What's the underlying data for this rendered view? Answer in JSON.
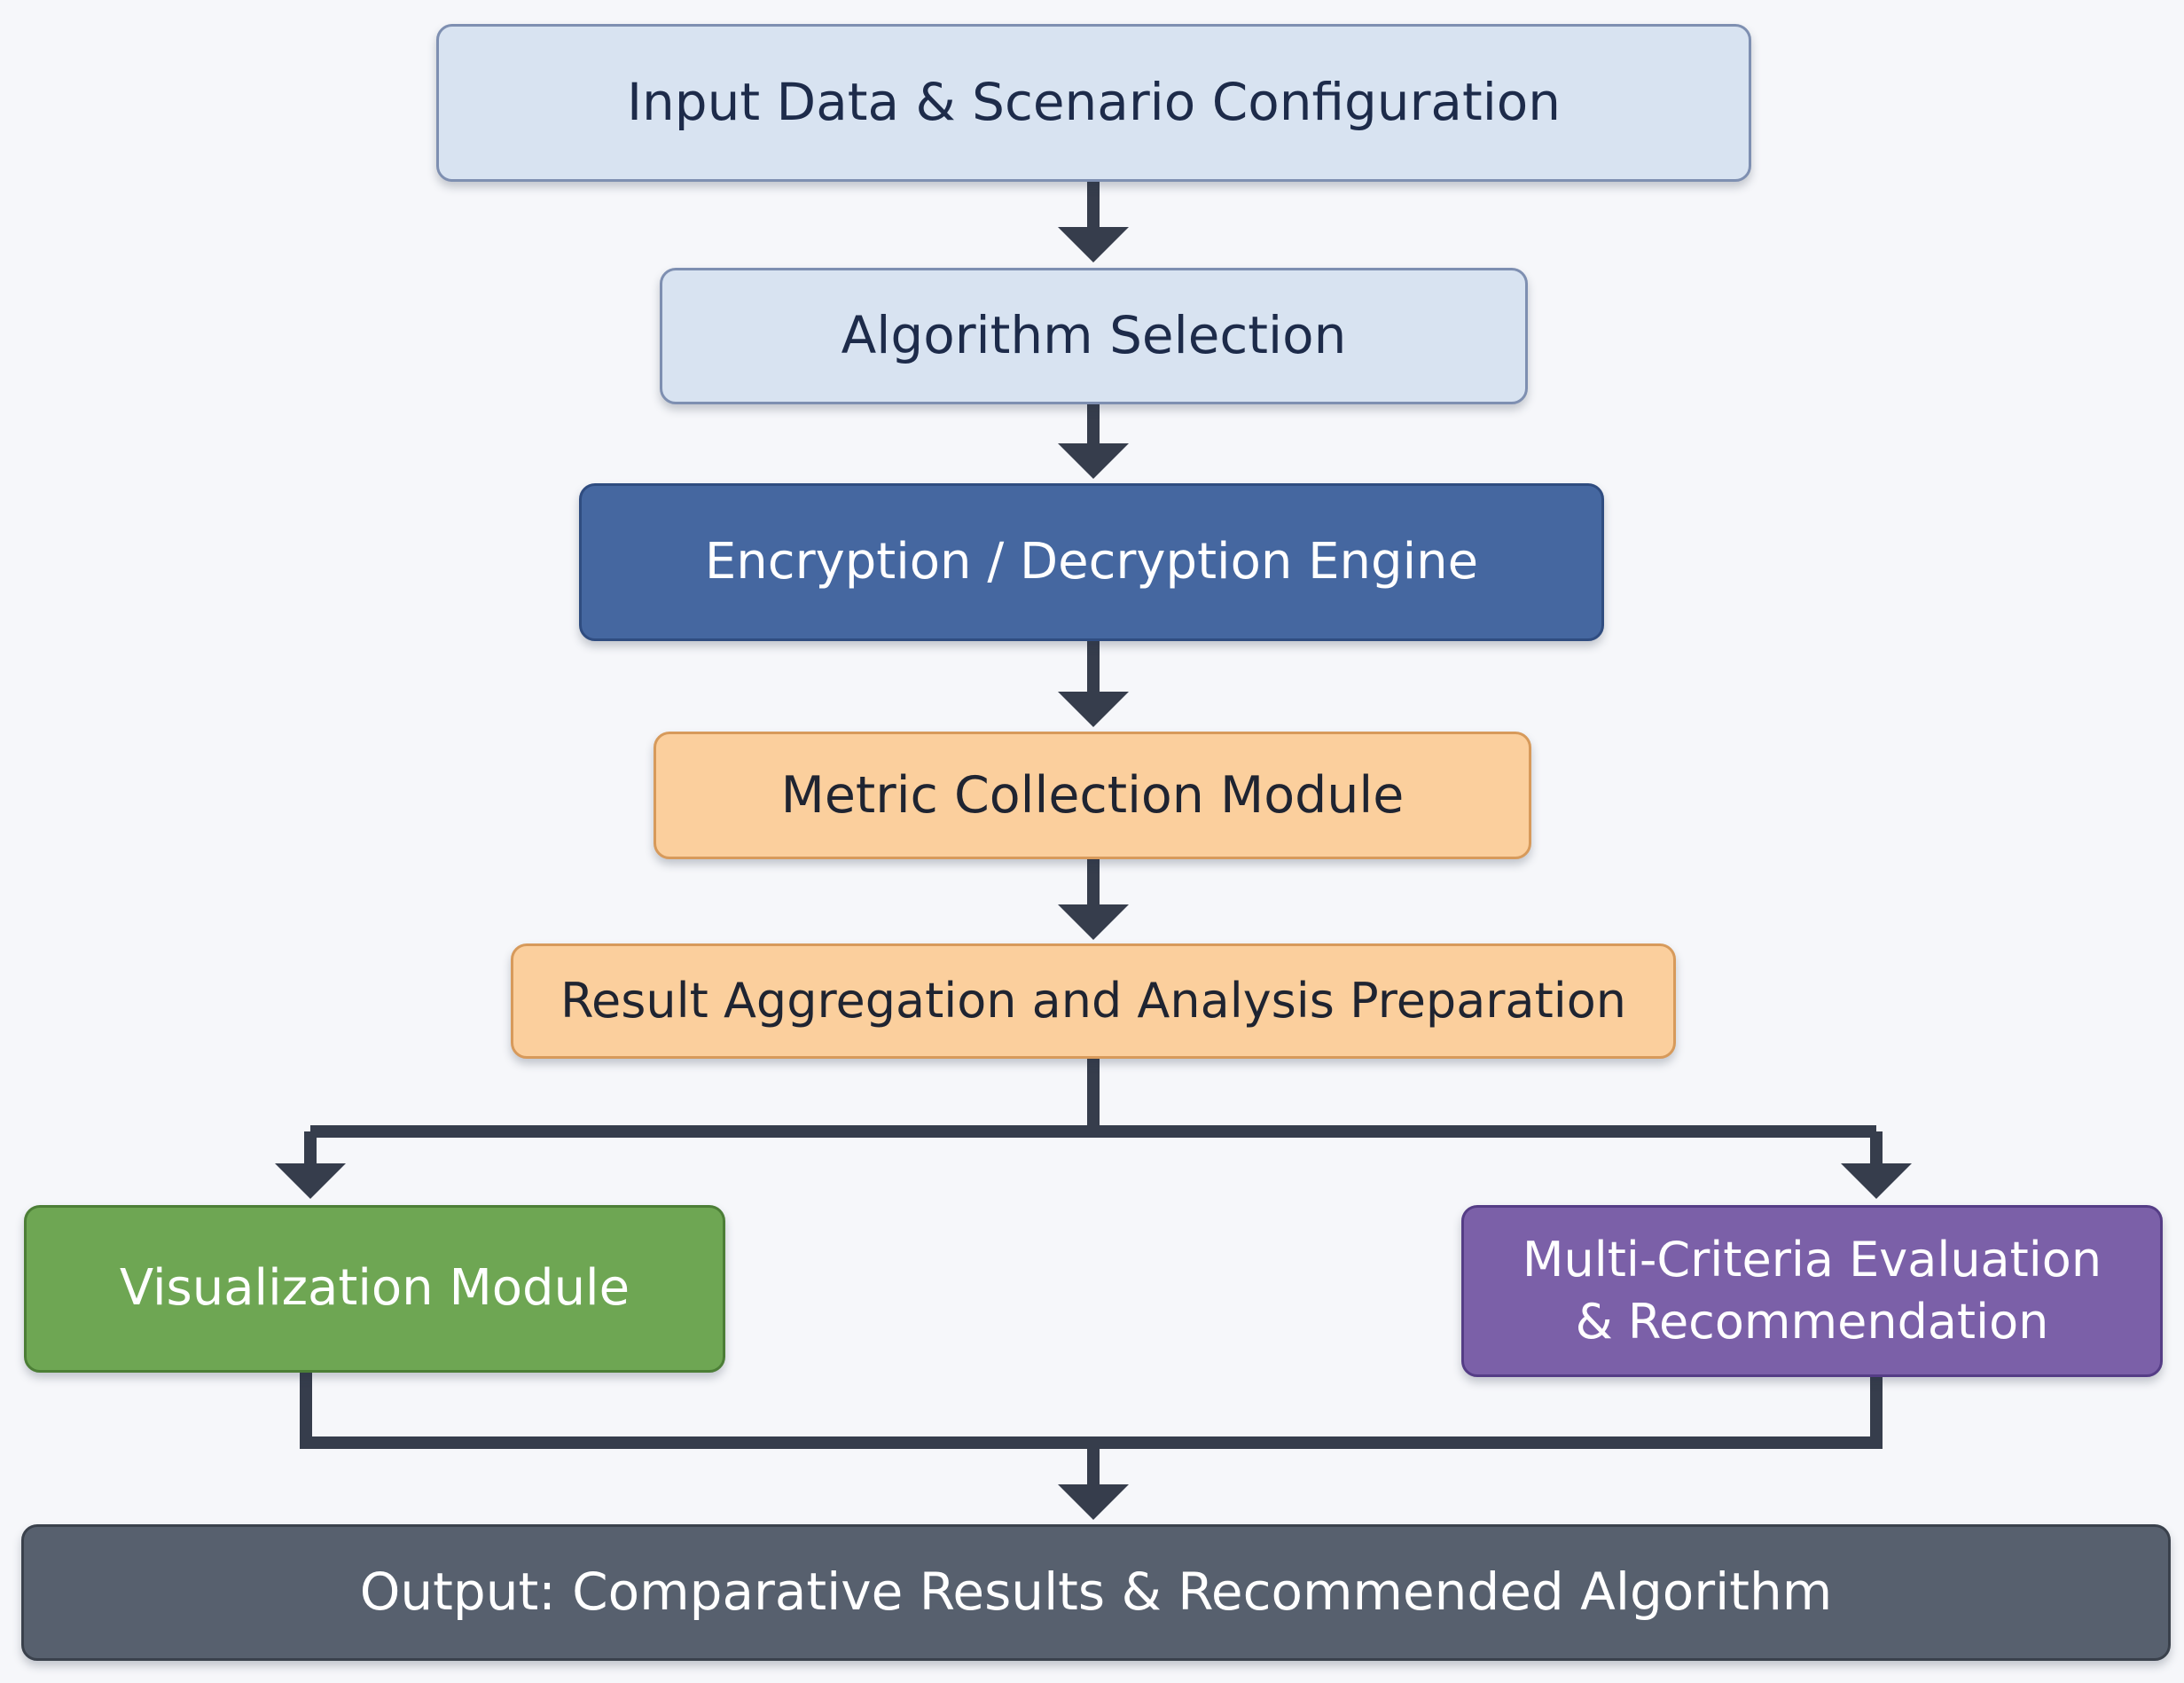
{
  "nodes": {
    "input": "Input Data & Scenario Configuration",
    "algorithm_selection": "Algorithm Selection",
    "engine": "Encryption / Decryption Engine",
    "metric_collection": "Metric Collection Module",
    "result_aggregation": "Result Aggregation and Analysis Preparation",
    "visualization": "Visualization Module",
    "mce_line1": "Multi-Criteria Evaluation",
    "mce_line2": "& Recommendation",
    "output": "Output: Comparative Results & Recommended Algorithm"
  },
  "colors": {
    "light_blue": "#d8e3f1",
    "dark_blue": "#4567a0",
    "orange": "#fbcf9d",
    "green": "#6ea653",
    "purple": "#7b60a8",
    "slate": "#57606e",
    "connector": "#363d4c"
  }
}
